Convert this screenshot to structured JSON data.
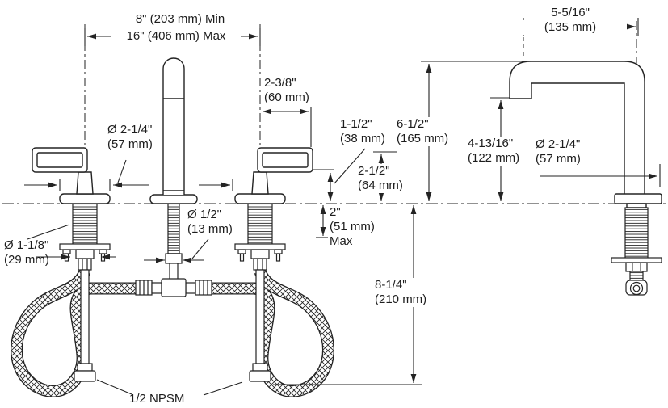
{
  "drawing_title": "Widespread faucet installation dimension diagram",
  "colors": {
    "line": "#232323",
    "background": "#ffffff"
  },
  "dimensions": {
    "spread": {
      "line1": "8\" (203 mm) Min",
      "line2": "16\" (406 mm) Max"
    },
    "spout_reach": {
      "line1": "5-5/16\"",
      "line2": "(135 mm)"
    },
    "handle_length": {
      "line1": "2-3/8\"",
      "line2": "(60 mm)"
    },
    "handle_clearance": {
      "line1": "1-1/2\"",
      "line2": "(38 mm)"
    },
    "spout_height": {
      "line1": "6-1/2\"",
      "line2": "(165 mm)"
    },
    "handle_height": {
      "line1": "2-1/2\"",
      "line2": "(64 mm)"
    },
    "spout_outlet_height": {
      "line1": "4-13/16\"",
      "line2": "(122 mm)"
    },
    "base_diameter_side": {
      "line1": "Ø 2-1/4\"",
      "line2": "(57 mm)"
    },
    "escutcheon_diameter_front": {
      "line1": "Ø 2-1/4\"",
      "line2": "(57 mm)"
    },
    "deck_thickness": {
      "line1": "2\"",
      "line2": "(51 mm)",
      "line3": "Max"
    },
    "shank_diameter": {
      "line1": "Ø 1-1/8\"",
      "line2": "(29 mm)"
    },
    "spout_shank_diameter": {
      "line1": "Ø 1/2\"",
      "line2": "(13 mm)"
    },
    "below_deck_depth": {
      "line1": "8-1/4\"",
      "line2": "(210 mm)"
    },
    "supply_connection": {
      "line1": "1/2 NPSM"
    }
  }
}
